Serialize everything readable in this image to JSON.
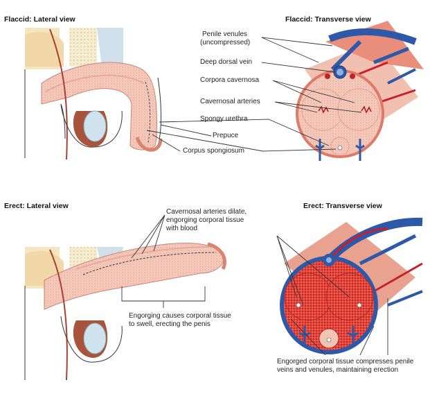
{
  "headings": {
    "flaccid_lateral": "Flaccid: Lateral view",
    "flaccid_transverse": "Flaccid: Transverse view",
    "erect_lateral": "Erect: Lateral view",
    "erect_transverse": "Erect: Transverse view"
  },
  "labels": {
    "penile_venules_1": "Penile venules",
    "penile_venules_2": "(uncompressed)",
    "deep_dorsal_vein": "Deep dorsal vein",
    "corpora_cavernosa": "Corpora cavernosa",
    "cavernosal_arteries": "Cavernosal arteries",
    "spongy_urethra": "Spongy urethra",
    "prepuce": "Prepuce",
    "corpus_spongiosum": "Corpus spongiosum",
    "dilate_1": "Cavernosal arteries dilate,",
    "dilate_2": "engorging corporal tissue",
    "dilate_3": "with blood",
    "engorging_1": "Engorging causes corporal tissue",
    "engorging_2": "to swell, erecting the penis",
    "engorged_1": "Engorged corporal tissue compresses penile",
    "engorged_2": "veins and venules, maintaining erection"
  },
  "colors": {
    "tissue_light": "#f2c4b4",
    "tissue_erect": "#d8322c",
    "vein": "#2e58a8",
    "artery": "#c8202a",
    "skin": "#f4b8a8",
    "bone": "#f3e6c0",
    "testis": "#cfe3ef"
  }
}
